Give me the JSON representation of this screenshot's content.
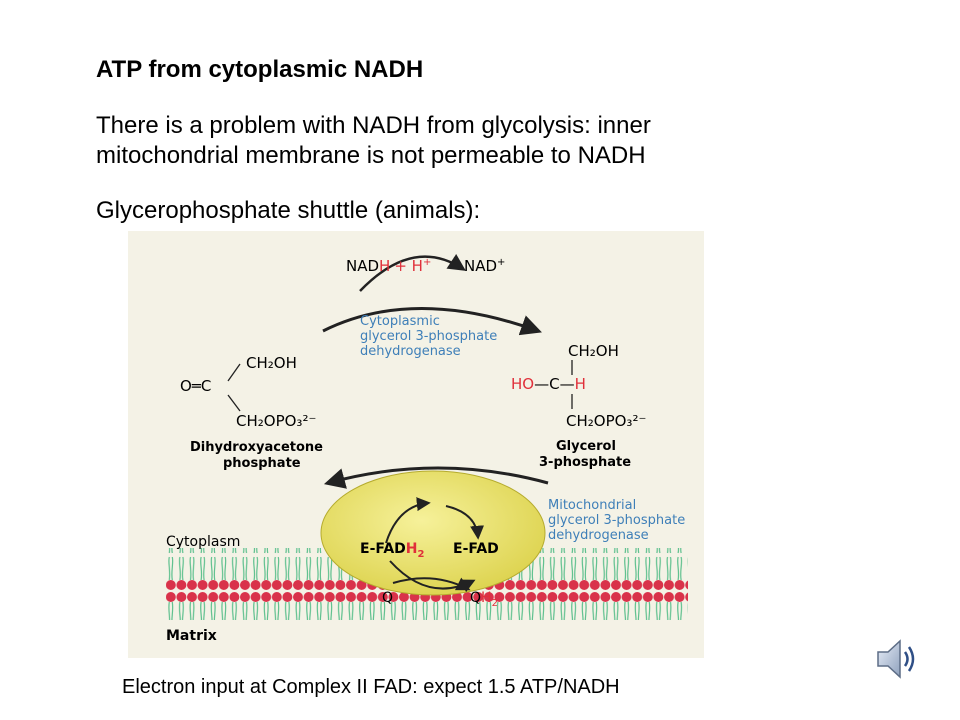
{
  "slide": {
    "title": "ATP from cytoplasmic NADH",
    "problem_line1": "There is a problem with NADH from glycolysis: inner",
    "problem_line2": "mitochondrial membrane is not permeable to NADH",
    "shuttle_heading": "Glycerophosphate shuttle (animals):",
    "caption": "Electron input at Complex II FAD:  expect 1.5 ATP/NADH"
  },
  "diagram": {
    "nadh_main": "NAD",
    "nadh_h": "H",
    "plus_h": "+ H",
    "plus_sup": "+",
    "nad_plus": "NAD",
    "nad_sup": "+",
    "cyto_enzyme_line1": "Cytoplasmic",
    "cyto_enzyme_line2": "glycerol 3-phosphate",
    "cyto_enzyme_line3": "dehydrogenase",
    "dhap": {
      "ch2oh": "CH₂OH",
      "carbonyl": "O═C",
      "ch2opo3": "CH₂OPO₃²⁻",
      "name_line1": "Dihydroxyacetone",
      "name_line2": "phosphate"
    },
    "g3p": {
      "ch2oh": "CH₂OH",
      "ho": "HO",
      "c_h": "—C—",
      "h": "H",
      "ch2opo3": "CH₂OPO₃²⁻",
      "name_line1": "Glycerol",
      "name_line2": "3-phosphate"
    },
    "mito_enzyme_line1": "Mitochondrial",
    "mito_enzyme_line2": "glycerol 3-phosphate",
    "mito_enzyme_line3": "dehydrogenase",
    "efadh2_main": "E-FAD",
    "efadh2_h": "H",
    "efadh2_sub": "2",
    "efad": "E-FAD",
    "q": "Q",
    "qh2_q": "Q",
    "qh2_h": "H",
    "qh2_sub": "2",
    "cytoplasm": "Cytoplasm",
    "matrix": "Matrix",
    "colors": {
      "background": "#f4f2e6",
      "enzyme_blue": "#3e7fb8",
      "highlight_red": "#e0303a",
      "ellipse_yellow": "#ece56a",
      "lipid_head": "#d9324a",
      "lipid_tail": "#5bbf8c"
    }
  },
  "icons": {
    "speaker": "speaker-icon"
  }
}
